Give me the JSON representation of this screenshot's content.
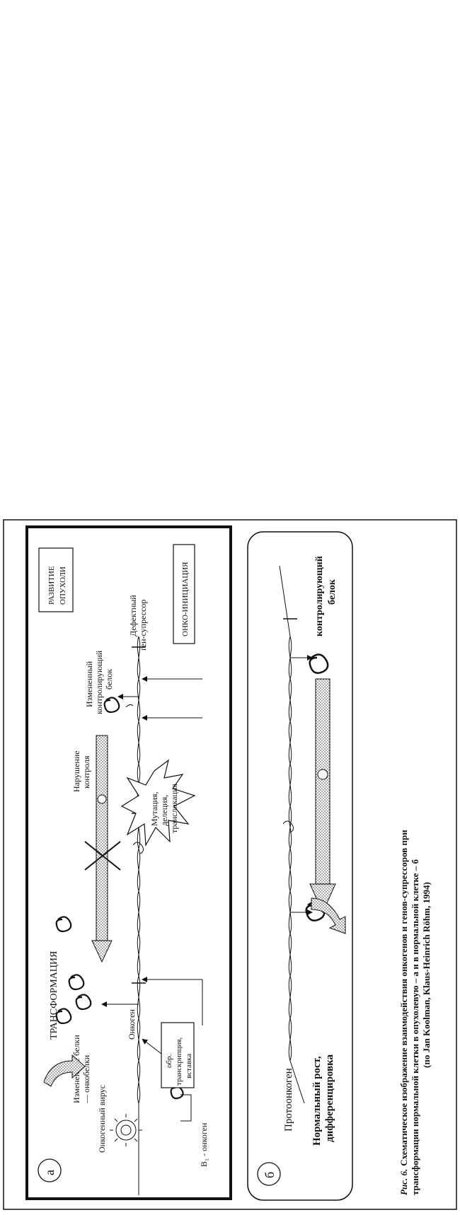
{
  "caption": {
    "line1_prefix": "Рис. 6.",
    "line1_rest": "Схематическое изображение взаимодействия онкогенов и генов-супрессоров при",
    "line2": "трансформации нормальной клетки в опухолевую – а и в нормальной клетке – б",
    "line3": "(по Jan Koolman, Klaus-Heinrich Röhm, 1994)"
  },
  "panel_a": {
    "marker": "а",
    "transformation": "ТРАНСФОРМАЦИЯ",
    "altered_proteins_1": "Измененные белки",
    "altered_proteins_2": "— онкобелки",
    "oncogenic_virus": "Онкогенный вирус",
    "oncogene": "Онкоген",
    "b1_oncogene": "B₁ - онкоген",
    "reverse_transcription_1": "обр.",
    "reverse_transcription_2": "транскрипция,",
    "reverse_transcription_3": "вставка",
    "mutation_1": "Мутация,",
    "mutation_2": "делеция,",
    "mutation_3": "транслокация",
    "control_disruption_1": "Нарушение",
    "control_disruption_2": "контроля",
    "altered_control_1": "Измененный",
    "altered_control_2": "контролирующий",
    "altered_control_3": "белок",
    "defective_suppressor_1": "Дефектный",
    "defective_suppressor_2": "ген-супрессор",
    "tumor_development_1": "РАЗВИТИЕ",
    "tumor_development_2": "ОПУХОЛИ",
    "onco_initiation": "ОНКО-ИНИЦИАЦИЯ",
    "minus_sign": "—"
  },
  "panel_b": {
    "marker": "б",
    "protooncogene": "Протоонкоген",
    "normal_growth_1": "Нормальный рост,",
    "normal_growth_2": "дифференцировка",
    "control_protein_1": "контролирующий",
    "control_protein_2": "белок",
    "minus_sign": "—"
  }
}
